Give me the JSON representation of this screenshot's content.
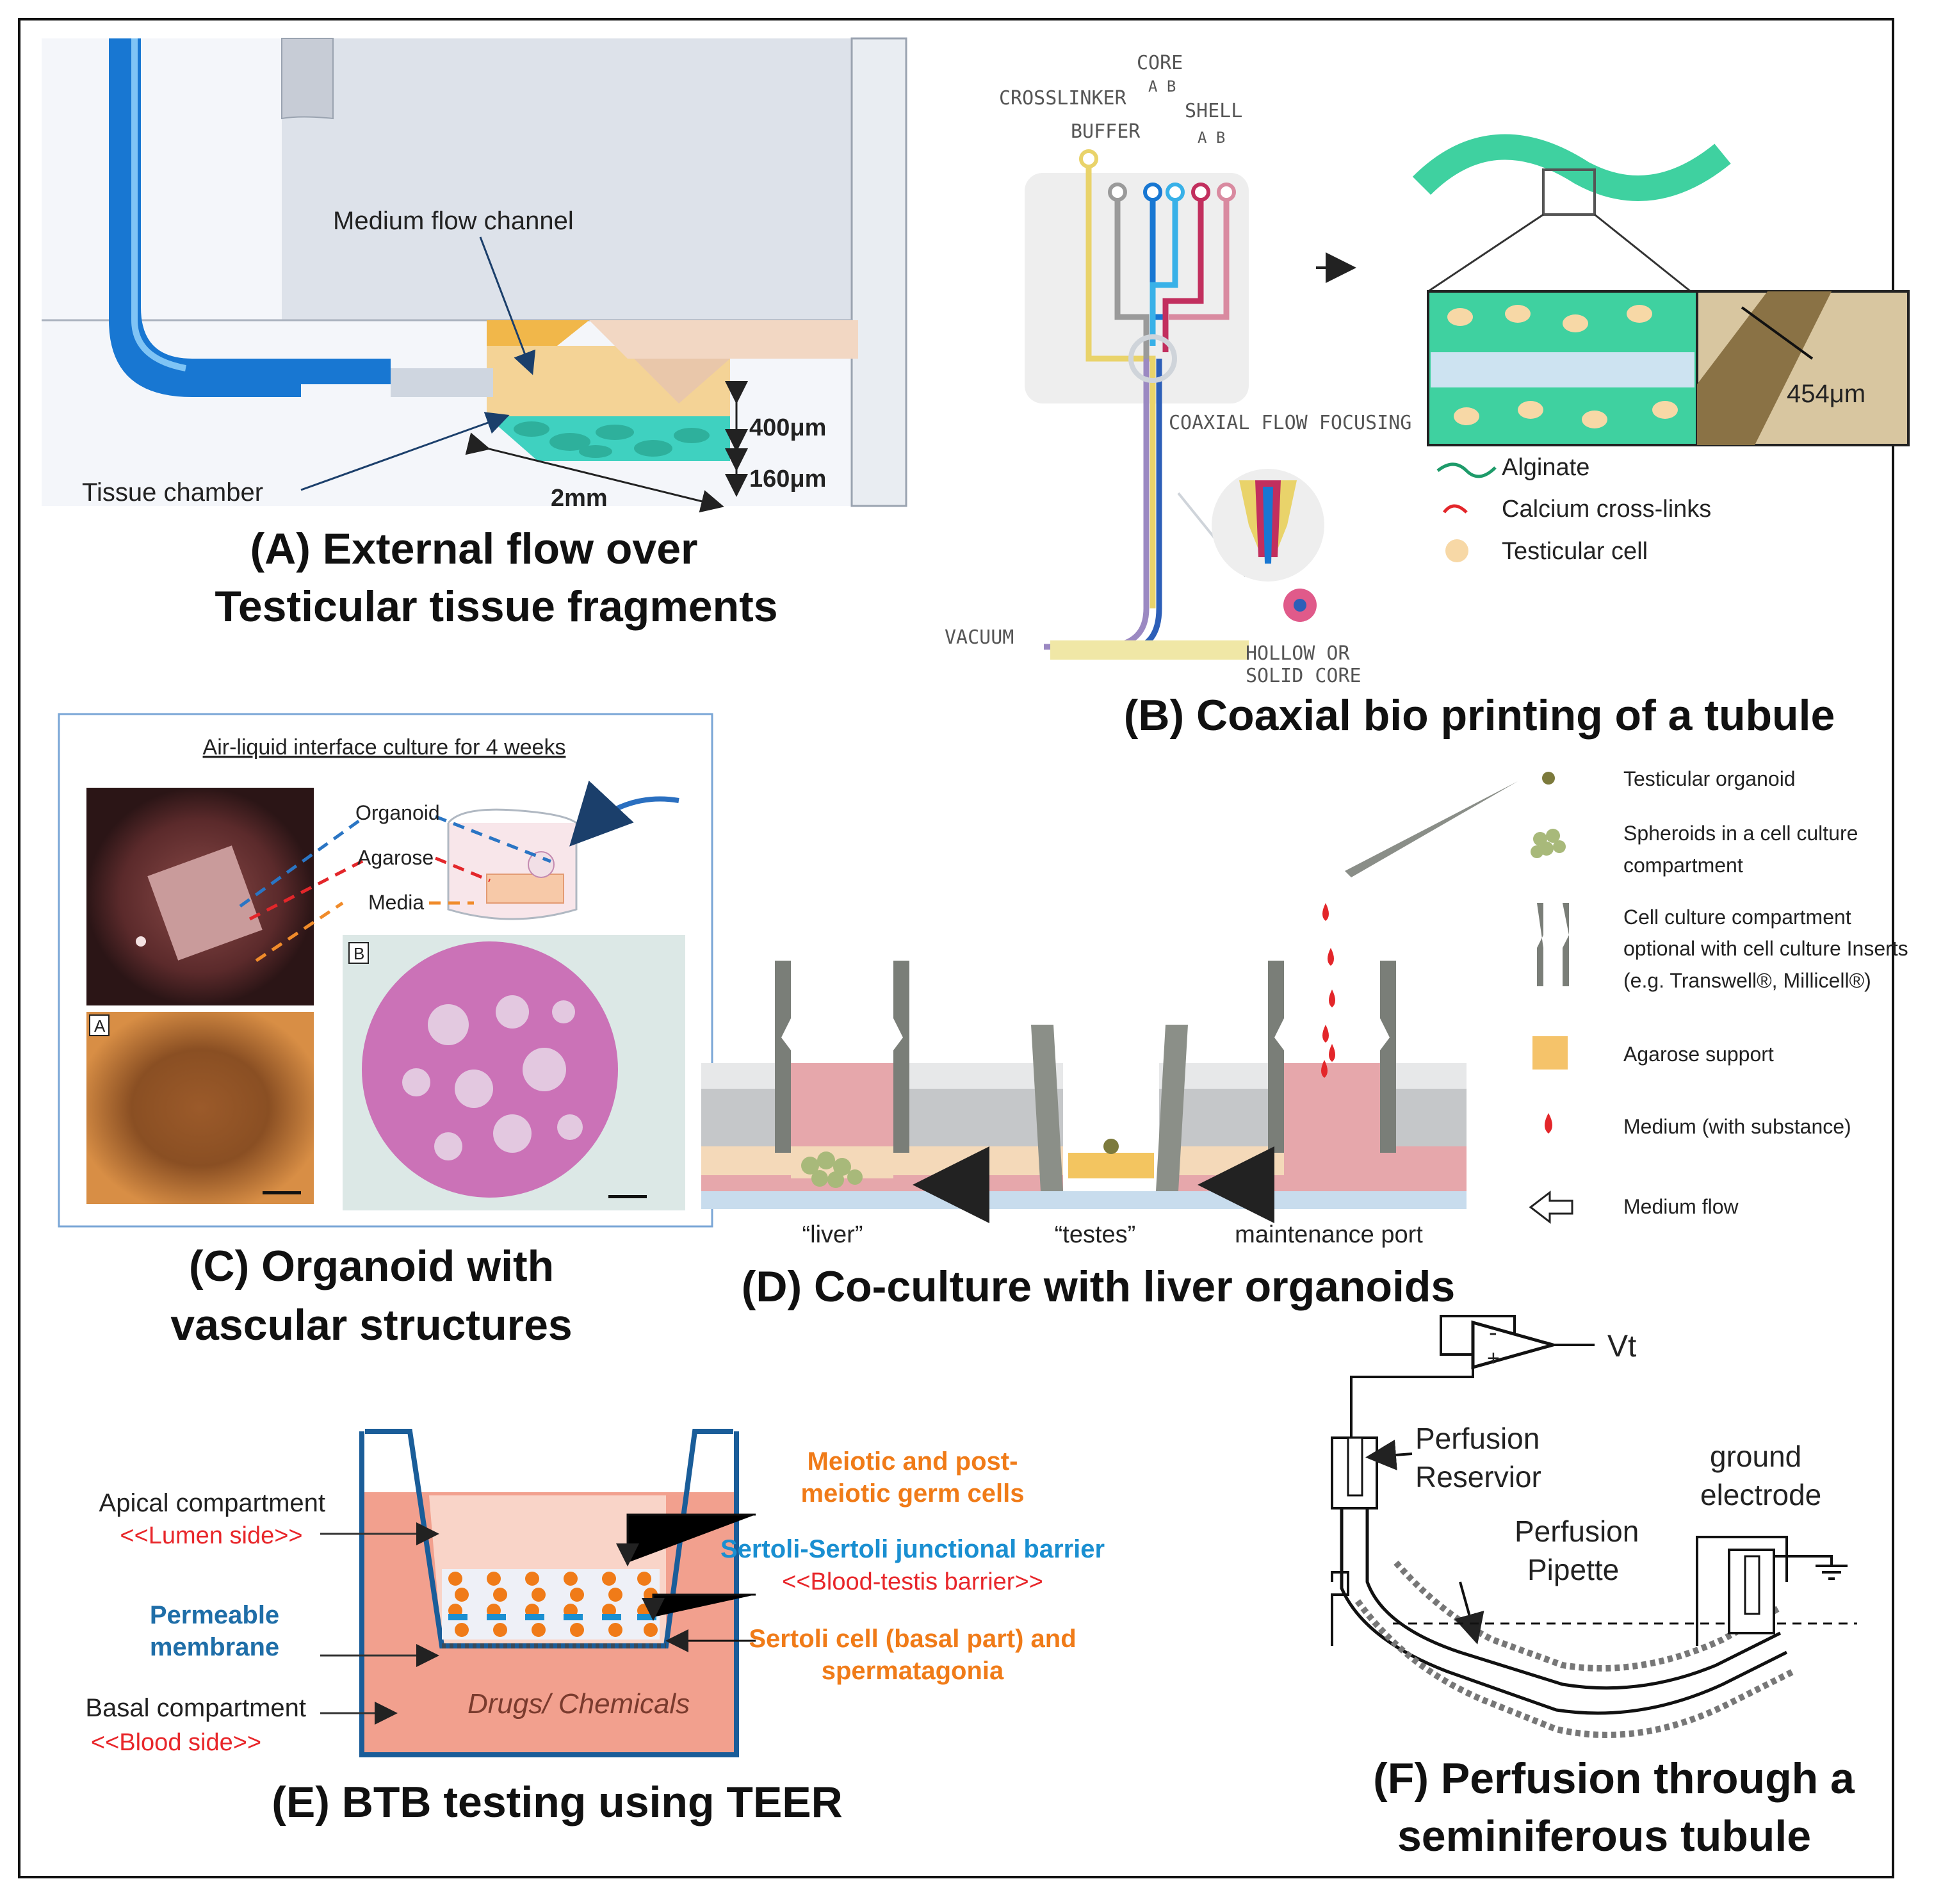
{
  "panels": {
    "a": {
      "caption_line1": "(A) External flow over",
      "caption_line2": "Testicular tissue fragments",
      "label_channel": "Medium flow channel",
      "label_chamber": "Tissue chamber",
      "dim_400": "400μm",
      "dim_160": "160μm",
      "dim_2mm": "2mm"
    },
    "b": {
      "caption": "(B) Coaxial bio printing of a tubule",
      "label_core": "CORE",
      "label_core_ab": "A  B",
      "label_crosslinker": "CROSSLINKER",
      "label_buffer": "BUFFER",
      "label_shell": "SHELL",
      "label_shell_ab": "A  B",
      "label_coaxial": "COAXIAL FLOW FOCUSING",
      "label_vacuum": "VACUUM",
      "label_hollow1": "HOLLOW OR",
      "label_hollow2": "SOLID CORE",
      "scale_454": "454μm",
      "legend": [
        "Alginate",
        "Calcium cross-links",
        "Testicular cell"
      ]
    },
    "c": {
      "caption_line1": "(C) Organoid with",
      "caption_line2": "vascular structures",
      "title": "Air-liquid interface culture for 4 weeks",
      "label_organoid": "Organoid",
      "label_agarose": "Agarose",
      "label_media": "Media",
      "tag_a": "A",
      "tag_b": "B"
    },
    "d": {
      "caption": "(D) Co-culture with liver organoids",
      "label_liver": "“liver”",
      "label_testes": "“testes”",
      "label_port": "maintenance port",
      "legend": [
        {
          "l1": "Testicular organoid",
          "l2": "",
          "l3": ""
        },
        {
          "l1": "Spheroids in a cell culture",
          "l2": "compartment",
          "l3": ""
        },
        {
          "l1": "Cell culture compartment",
          "l2": "optional with cell culture Inserts",
          "l3": "(e.g. Transwell®, Millicell®)"
        },
        {
          "l1": "Agarose support",
          "l2": "",
          "l3": ""
        },
        {
          "l1": "Medium (with substance)",
          "l2": "",
          "l3": ""
        },
        {
          "l1": "Medium flow",
          "l2": "",
          "l3": ""
        }
      ]
    },
    "e": {
      "caption": "(E) BTB testing using TEER",
      "apical": "Apical compartment",
      "lumen": "<<Lumen side>>",
      "permeable1": "Permeable",
      "permeable2": "membrane",
      "basal": "Basal compartment",
      "blood": "<<Blood side>>",
      "drugs": "Drugs/ Chemicals",
      "meiotic1": "Meiotic and post-",
      "meiotic2": "meiotic germ cells",
      "sertoli_barrier": "Sertoli-Sertoli junctional barrier",
      "btb": "<<Blood-testis barrier>>",
      "sertoli_basal1": "Sertoli cell (basal part) and",
      "sertoli_basal2": "spermatagonia"
    },
    "f": {
      "caption_line1": "(F) Perfusion through a",
      "caption_line2": "seminiferous tubule",
      "vt": "Vt",
      "reservior1": "Perfusion",
      "reservior2": "Reservior",
      "pipette1": "Perfusion",
      "pipette2": "Pipette",
      "ground1": "ground",
      "ground2": "electrode",
      "minus": "-",
      "plus": "+"
    }
  },
  "colors": {
    "flow_blue": "#1877d2",
    "teal": "#3fd1c0",
    "pink_medium": "#e9a3a8",
    "salmon": "#f2a08e",
    "orange": "#f07b18",
    "barrier_blue": "#1a8fd1",
    "red_text": "#e8262a"
  }
}
